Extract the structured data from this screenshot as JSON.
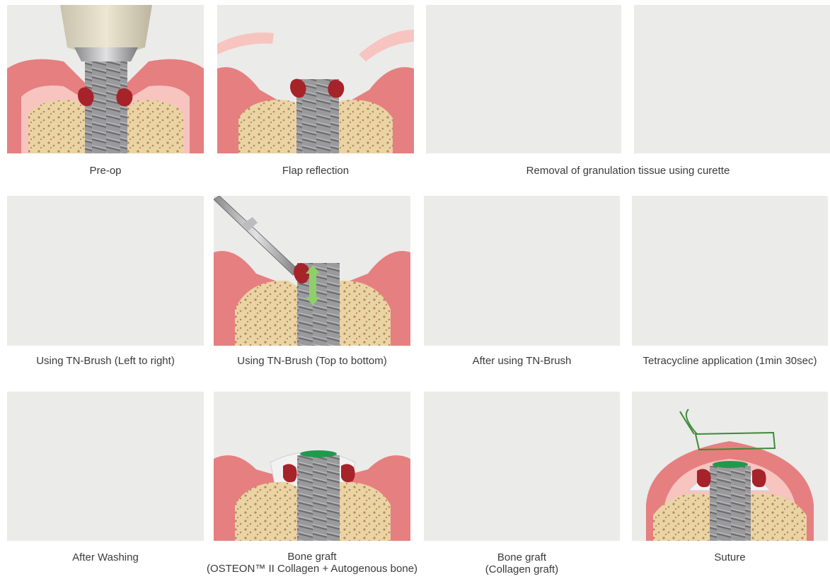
{
  "captions": {
    "pre_op": "Pre-op",
    "flap_reflection": "Flap reflection",
    "removal_granulation": "Removal of granulation tissue using curette",
    "tn_brush_left_right": "Using TN-Brush (Left to right)",
    "tn_brush_top_bottom": "Using TN-Brush (Top to bottom)",
    "after_tn_brush": "After using TN-Brush",
    "tetracycline": "Tetracycline application (1min 30sec)",
    "after_washing": "After Washing",
    "bone_graft_osteon_line1": "Bone graft",
    "bone_graft_osteon_line2": "(OSTEON™ II Collagen + Autogenous bone)",
    "bone_graft_collagen_line1": "Bone graft",
    "bone_graft_collagen_line2": "(Collagen graft)",
    "suture": "Suture"
  },
  "colors": {
    "panel_bg": "#ebebea",
    "gum": "#e67f80",
    "gum_light": "#f7c4c0",
    "bone": "#ead4a6",
    "implant": "#8e8e90",
    "granulation": "#a6232a",
    "arrow": "#8fcf6a",
    "membrane": "#1f9a4d",
    "suture_thread": "#3c8a36"
  }
}
